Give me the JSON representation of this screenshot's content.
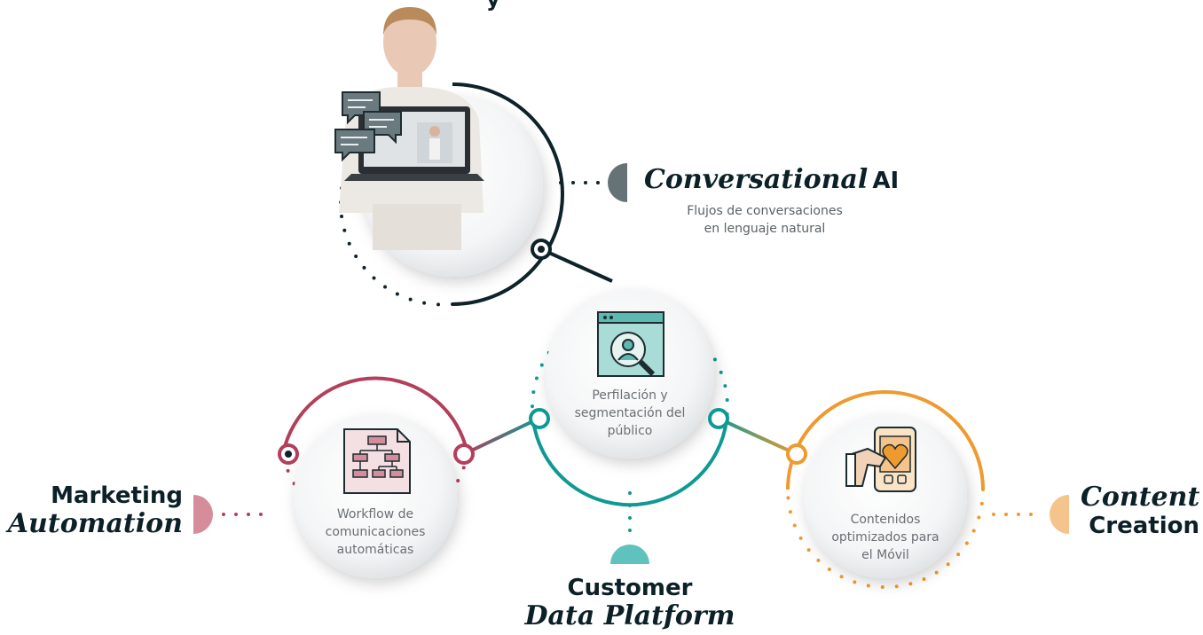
{
  "top_cut_text": "y",
  "conversational": {
    "title_italic": "Conversational",
    "title_bold": "AI",
    "desc_line1": "Flujos de conversaciones",
    "desc_line2": "en lenguaje natural",
    "color": "#657377"
  },
  "center": {
    "desc_line1": "Perfilación y",
    "desc_line2": "segmentación del",
    "desc_line3": "público",
    "title_bold": "Customer",
    "title_italic": "Data Platform",
    "color": "#0e9a92",
    "marker_color": "#5fc2bd"
  },
  "marketing": {
    "title_bold": "Marketing",
    "title_italic": "Automation",
    "desc_line1": "Workflow de",
    "desc_line2": "comunicaciones",
    "desc_line3": "automáticas",
    "color": "#b23f5c",
    "marker_color": "#d58d9b"
  },
  "content": {
    "title_italic": "Content",
    "title_bold": "Creation",
    "desc_line1": "Contenidos",
    "desc_line2": "optimizados para",
    "desc_line3": "el Móvil",
    "color": "#ee9a2f",
    "marker_color": "#f4c48c"
  },
  "dark_color": "#0d2229",
  "icons": [
    "chat-bubbles-icon",
    "user-search-icon",
    "flowchart-document-icon",
    "mobile-heart-icon"
  ]
}
